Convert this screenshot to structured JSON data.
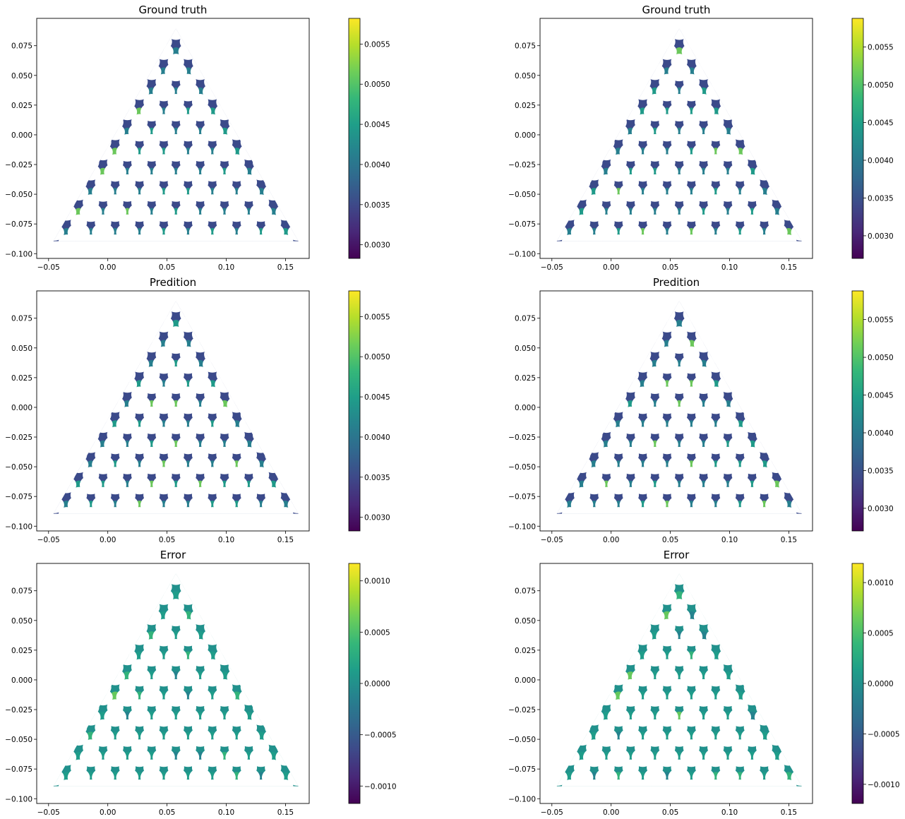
{
  "chart_data": [
    {
      "type": "heatmap",
      "title": "Ground truth",
      "xlim": [
        -0.06,
        0.17
      ],
      "ylim": [
        -0.104,
        0.098
      ],
      "xticks": [
        "−0.05",
        "0.00",
        "0.05",
        "0.10",
        "0.15"
      ],
      "yticks": [
        "−0.100",
        "−0.075",
        "−0.050",
        "−0.025",
        "0.000",
        "0.025",
        "0.050",
        "0.075"
      ],
      "colormap": "viridis",
      "colorbar": {
        "min": 0.00283,
        "max": 0.00582,
        "ticks": [
          "0.0030",
          "0.0035",
          "0.0040",
          "0.0045",
          "0.0050",
          "0.0055"
        ]
      }
    },
    {
      "type": "heatmap",
      "title": "Ground truth",
      "xlim": [
        -0.06,
        0.17
      ],
      "ylim": [
        -0.104,
        0.098
      ],
      "xticks": [
        "−0.05",
        "0.00",
        "0.05",
        "0.10",
        "0.15"
      ],
      "yticks": [
        "−0.100",
        "−0.075",
        "−0.050",
        "−0.025",
        "0.000",
        "0.025",
        "0.050",
        "0.075"
      ],
      "colormap": "viridis",
      "colorbar": {
        "min": 0.0027,
        "max": 0.00588,
        "ticks": [
          "0.0030",
          "0.0035",
          "0.0040",
          "0.0045",
          "0.0050",
          "0.0055"
        ]
      }
    },
    {
      "type": "heatmap",
      "title": "Predition",
      "xlim": [
        -0.06,
        0.17
      ],
      "ylim": [
        -0.104,
        0.098
      ],
      "xticks": [
        "−0.05",
        "0.00",
        "0.05",
        "0.10",
        "0.15"
      ],
      "yticks": [
        "−0.100",
        "−0.075",
        "−0.050",
        "−0.025",
        "0.000",
        "0.025",
        "0.050",
        "0.075"
      ],
      "colormap": "viridis",
      "colorbar": {
        "min": 0.00283,
        "max": 0.00582,
        "ticks": [
          "0.0030",
          "0.0035",
          "0.0040",
          "0.0045",
          "0.0050",
          "0.0055"
        ]
      }
    },
    {
      "type": "heatmap",
      "title": "Predition",
      "xlim": [
        -0.06,
        0.17
      ],
      "ylim": [
        -0.104,
        0.098
      ],
      "xticks": [
        "−0.05",
        "0.00",
        "0.05",
        "0.10",
        "0.15"
      ],
      "yticks": [
        "−0.100",
        "−0.075",
        "−0.050",
        "−0.025",
        "0.000",
        "0.025",
        "0.050",
        "0.075"
      ],
      "colormap": "viridis",
      "colorbar": {
        "min": 0.0027,
        "max": 0.00588,
        "ticks": [
          "0.0030",
          "0.0035",
          "0.0040",
          "0.0045",
          "0.0050",
          "0.0055"
        ]
      }
    },
    {
      "type": "heatmap",
      "title": "Error",
      "xlim": [
        -0.06,
        0.17
      ],
      "ylim": [
        -0.104,
        0.098
      ],
      "xticks": [
        "−0.05",
        "0.00",
        "0.05",
        "0.10",
        "0.15"
      ],
      "yticks": [
        "−0.100",
        "−0.075",
        "−0.050",
        "−0.025",
        "0.000",
        "0.025",
        "0.050",
        "0.075"
      ],
      "colormap": "viridis",
      "colorbar": {
        "min": -0.00117,
        "max": 0.00117,
        "ticks": [
          "−0.0010",
          "−0.0005",
          "0.0000",
          "0.0005",
          "0.0010"
        ]
      }
    },
    {
      "type": "heatmap",
      "title": "Error",
      "xlim": [
        -0.06,
        0.17
      ],
      "ylim": [
        -0.104,
        0.098
      ],
      "xticks": [
        "−0.05",
        "0.00",
        "0.05",
        "0.10",
        "0.15"
      ],
      "yticks": [
        "−0.100",
        "−0.075",
        "−0.050",
        "−0.025",
        "0.000",
        "0.025",
        "0.050",
        "0.075"
      ],
      "colormap": "viridis",
      "colorbar": {
        "min": -0.00119,
        "max": 0.00119,
        "ticks": [
          "−0.0010",
          "−0.0005",
          "0.0000",
          "0.0005",
          "0.0010"
        ]
      }
    }
  ],
  "colors": {
    "viridis": [
      "#440154",
      "#482878",
      "#3e4989",
      "#31688e",
      "#26828e",
      "#1f9e89",
      "#35b779",
      "#6ece58",
      "#b5de2b",
      "#fde725"
    ],
    "background_dark": "#3b4a8a",
    "error_mid": "#21918c"
  }
}
